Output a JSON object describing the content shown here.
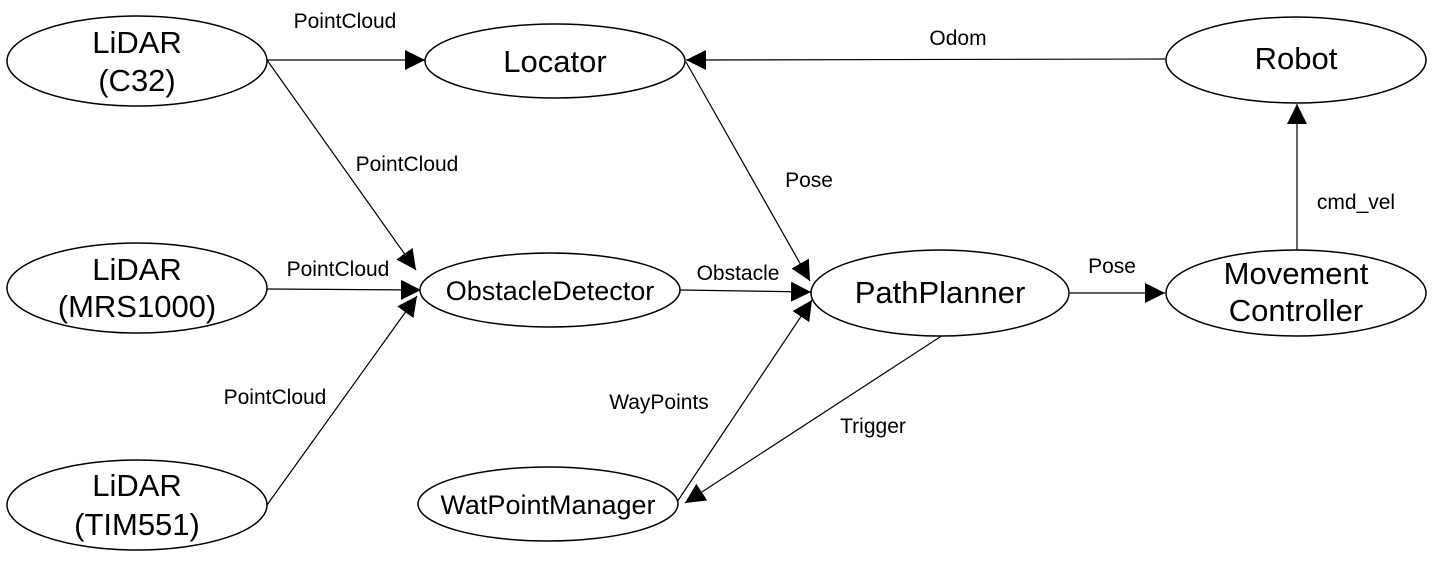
{
  "nodes": {
    "lidar_c32": [
      "LiDAR",
      "(C32)"
    ],
    "lidar_mrs1000": [
      "LiDAR",
      "(MRS1000)"
    ],
    "lidar_tim551": [
      "LiDAR",
      "(TIM551)"
    ],
    "locator": [
      "Locator"
    ],
    "obstacle_detector": [
      "ObstacleDetector"
    ],
    "waypoint_manager": [
      "WatPointManager"
    ],
    "path_planner": [
      "PathPlanner"
    ],
    "robot": [
      "Robot"
    ],
    "movement_controller": [
      "Movement",
      "Controller"
    ]
  },
  "edges": {
    "c32_to_locator": "PointCloud",
    "c32_to_obstacle": "PointCloud",
    "mrs1000_to_obstacle": "PointCloud",
    "tim551_to_obstacle": "PointCloud",
    "robot_to_locator": "Odom",
    "locator_to_planner": "Pose",
    "obstacle_to_planner": "Obstacle",
    "waypoint_to_planner": "WayPoints",
    "planner_to_waypoint": "Trigger",
    "planner_to_controller": "Pose",
    "controller_to_robot": "cmd_vel"
  }
}
